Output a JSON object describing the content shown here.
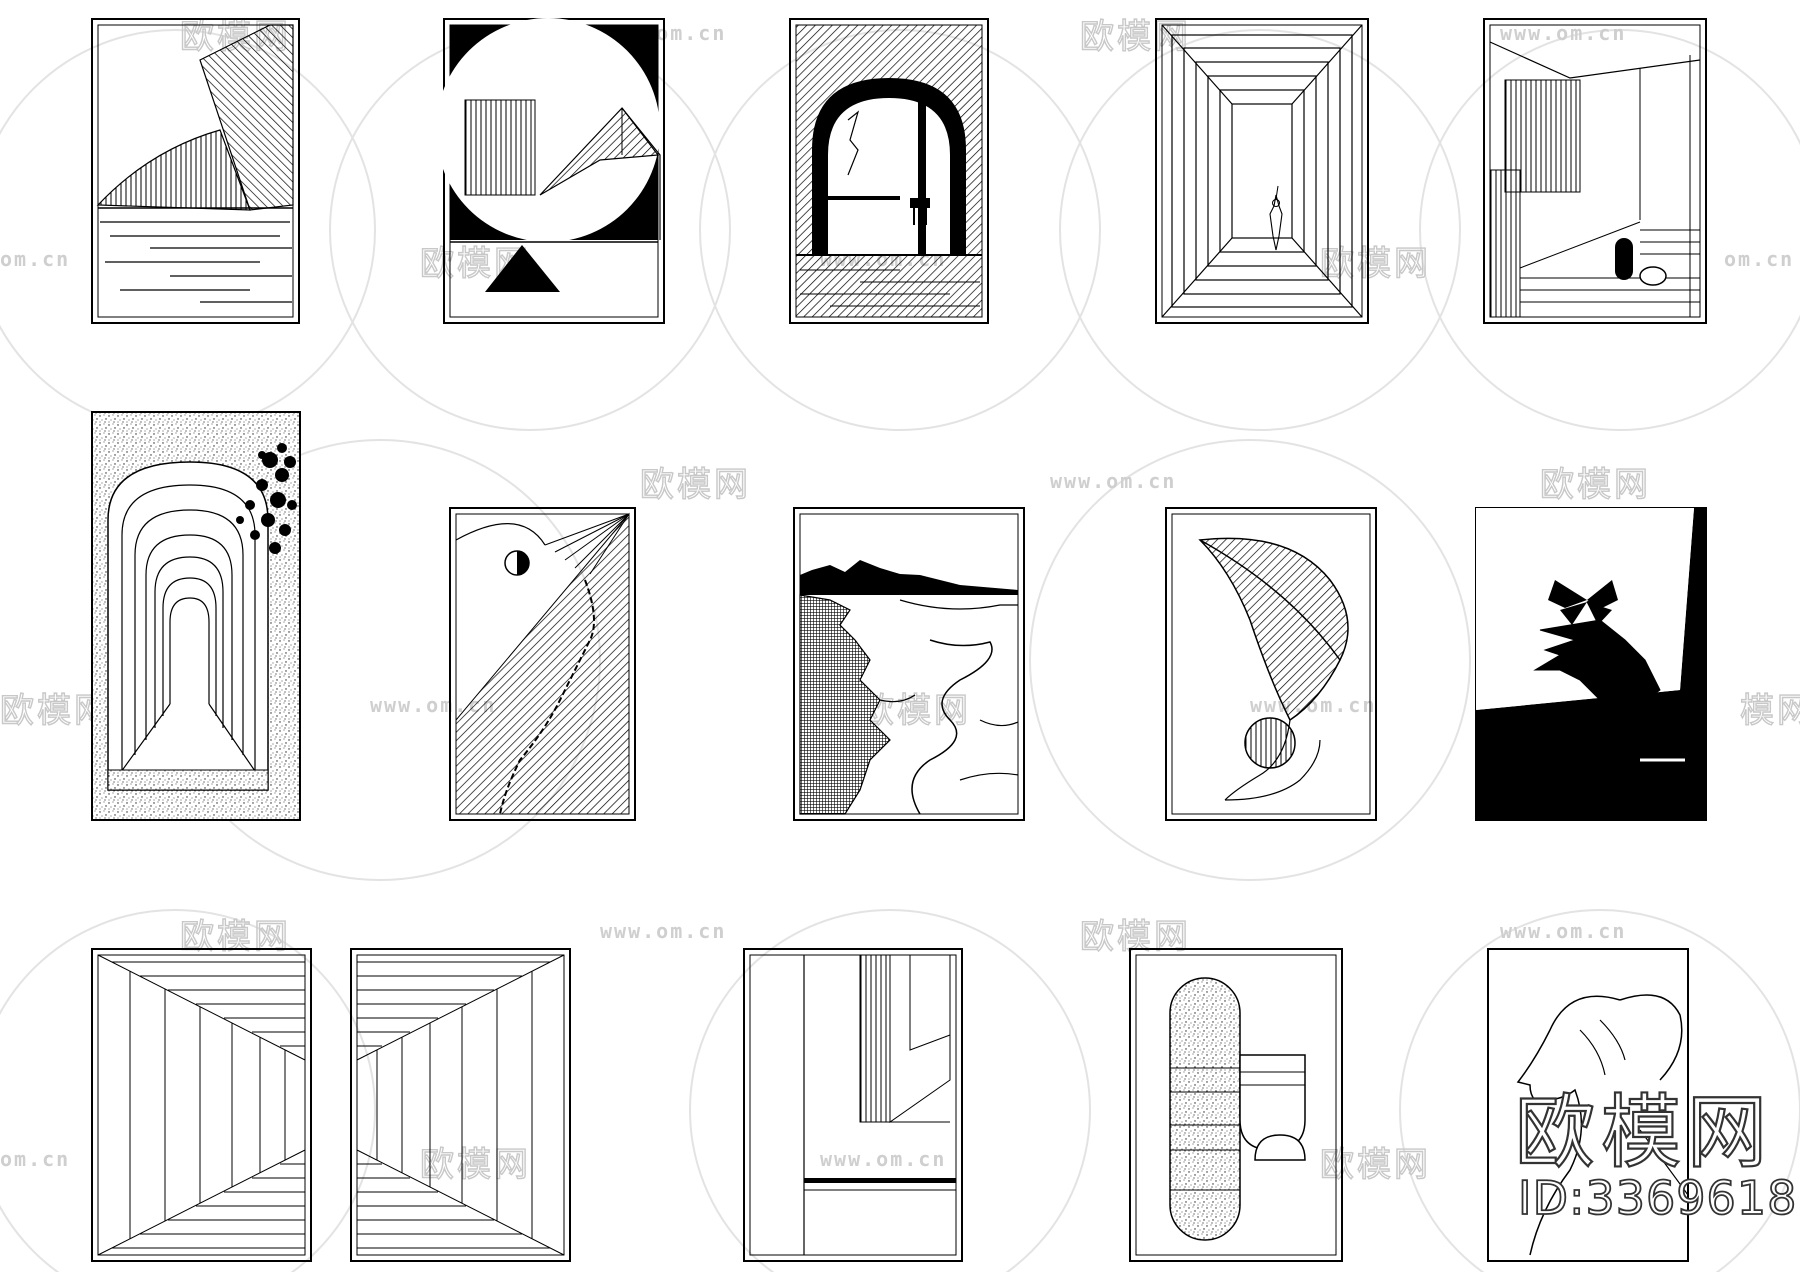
{
  "watermarks": {
    "url": "www.om.cn",
    "url_partial": "om.cn",
    "cn": "欧模网",
    "cn_partial": "模网"
  },
  "brand": {
    "name": "欧模网",
    "id": "ID:3369618"
  },
  "artworks": [
    {
      "name": "sculptural-waves"
    },
    {
      "name": "circle-pyramid"
    },
    {
      "name": "arch-doorway"
    },
    {
      "name": "corridor-figure"
    },
    {
      "name": "interior-window"
    },
    {
      "name": "stippled-arches-tree"
    },
    {
      "name": "abstract-moon-diagonal"
    },
    {
      "name": "coastline-landscape"
    },
    {
      "name": "leaf-circle"
    },
    {
      "name": "hand-butterfly"
    },
    {
      "name": "perspective-panel-left"
    },
    {
      "name": "perspective-panel-right"
    },
    {
      "name": "vertical-planes"
    },
    {
      "name": "capsule-arches"
    },
    {
      "name": "woman-profile"
    }
  ]
}
